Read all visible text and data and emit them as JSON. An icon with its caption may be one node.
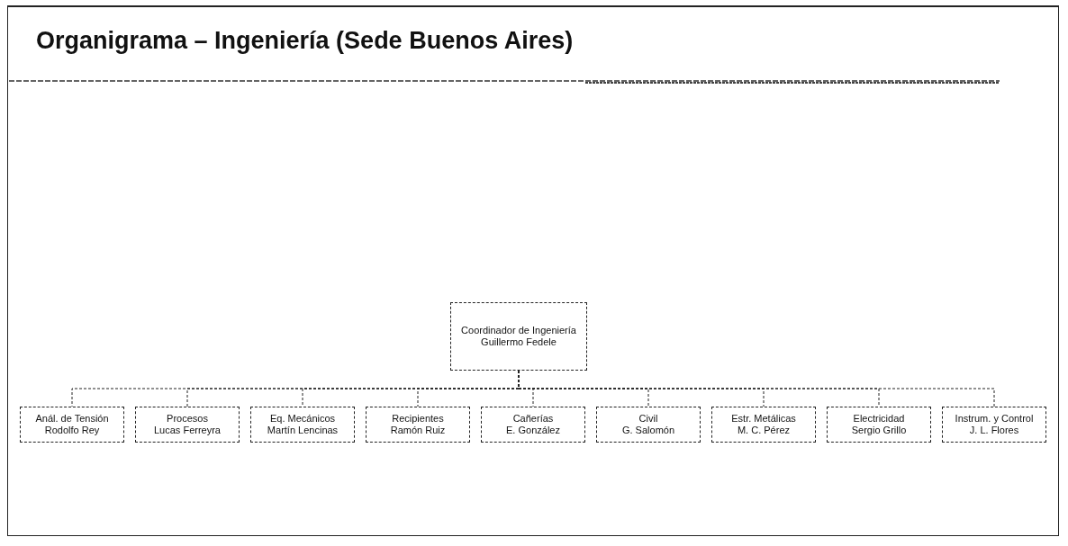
{
  "diagram": {
    "title": "Organigrama – Ingeniería (Sede Buenos Aires)",
    "nodes": [
      {
        "text": [
          "Coordinador de Ingeniería",
          "Guillermo Fedele"
        ]
      },
      {
        "text": [
          "Anál. de Tensión",
          "Rodolfo Rey"
        ]
      },
      {
        "text": [
          "Procesos",
          "Lucas Ferreyra"
        ]
      },
      {
        "text": [
          "Eq. Mecánicos",
          "Martín Lencinas"
        ]
      },
      {
        "text": [
          "Recipientes",
          "Ramón Ruiz"
        ]
      },
      {
        "text": [
          "Cañerías",
          "E. González"
        ]
      },
      {
        "text": [
          "Civil",
          "G. Salomón"
        ]
      },
      {
        "text": [
          "Estr. Metálicas",
          "M. C. Pérez"
        ]
      },
      {
        "text": [
          "Electricidad",
          "Sergio Grillo"
        ]
      },
      {
        "text": [
          "Instrum. y Control",
          "J. L. Flores"
        ]
      }
    ],
    "edges": [
      {
        "from": 0,
        "to": 1,
        "arrow": "none"
      },
      {
        "from": 0,
        "to": 2,
        "arrow": "none"
      },
      {
        "from": 0,
        "to": 3,
        "arrow": "none"
      },
      {
        "from": 0,
        "to": 4,
        "arrow": "none"
      },
      {
        "from": 0,
        "to": 5,
        "arrow": "none"
      },
      {
        "from": 0,
        "to": 6,
        "arrow": "none"
      },
      {
        "from": 0,
        "to": 7,
        "arrow": "none"
      },
      {
        "from": 0,
        "to": 8,
        "arrow": "none"
      },
      {
        "from": 0,
        "to": 9,
        "arrow": "none"
      }
    ]
  }
}
